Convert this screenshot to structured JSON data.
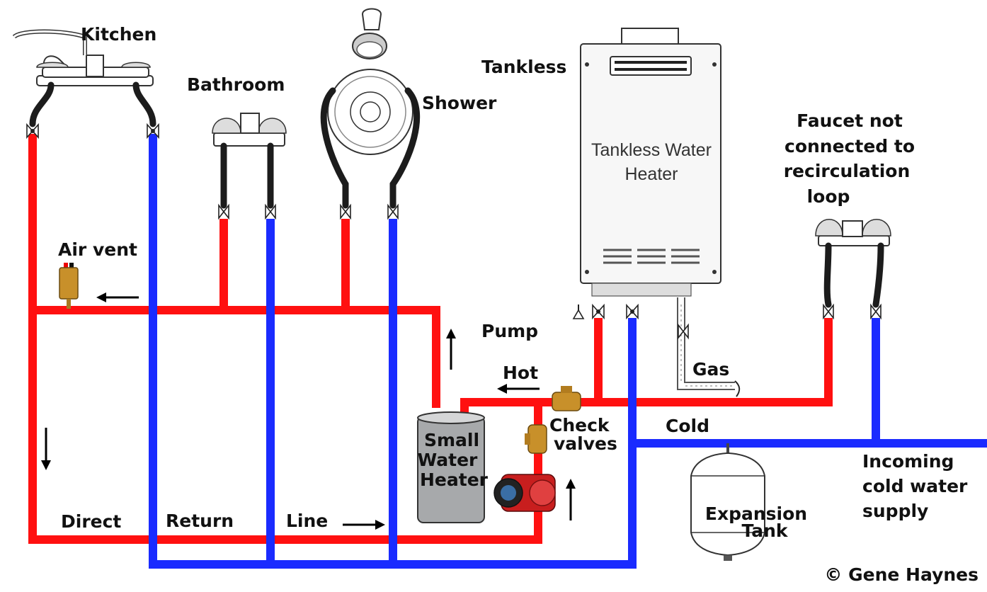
{
  "labels": {
    "kitchen": "Kitchen",
    "bathroom": "Bathroom",
    "shower": "Shower",
    "tankless": "Tankless",
    "heater_line1": "Tankless Water",
    "heater_line2": "Heater",
    "faucet_note": [
      "Faucet not",
      "connected to",
      "recirculation",
      "loop"
    ],
    "air_vent": "Air vent",
    "pump": "Pump",
    "hot": "Hot",
    "gas": "Gas",
    "cold": "Cold",
    "check_valves": [
      "Check",
      "valves"
    ],
    "small_heater": [
      "Small",
      "Water",
      "Heater"
    ],
    "incoming": [
      "Incoming",
      "cold water",
      "supply"
    ],
    "expansion": [
      "Expansion",
      "Tank"
    ],
    "direct": "Direct",
    "return": "Return",
    "line": "Line",
    "copyright": "© Gene Haynes"
  },
  "colors": {
    "hot_line": "#ff1010",
    "cold_line": "#1a2bff",
    "brass": "#c8902a",
    "pump_red": "#c81e1e"
  },
  "icons": [
    "faucet-icon",
    "shower-head-icon",
    "valve-icon",
    "arrow-icon",
    "pump-icon",
    "tank-icon"
  ]
}
